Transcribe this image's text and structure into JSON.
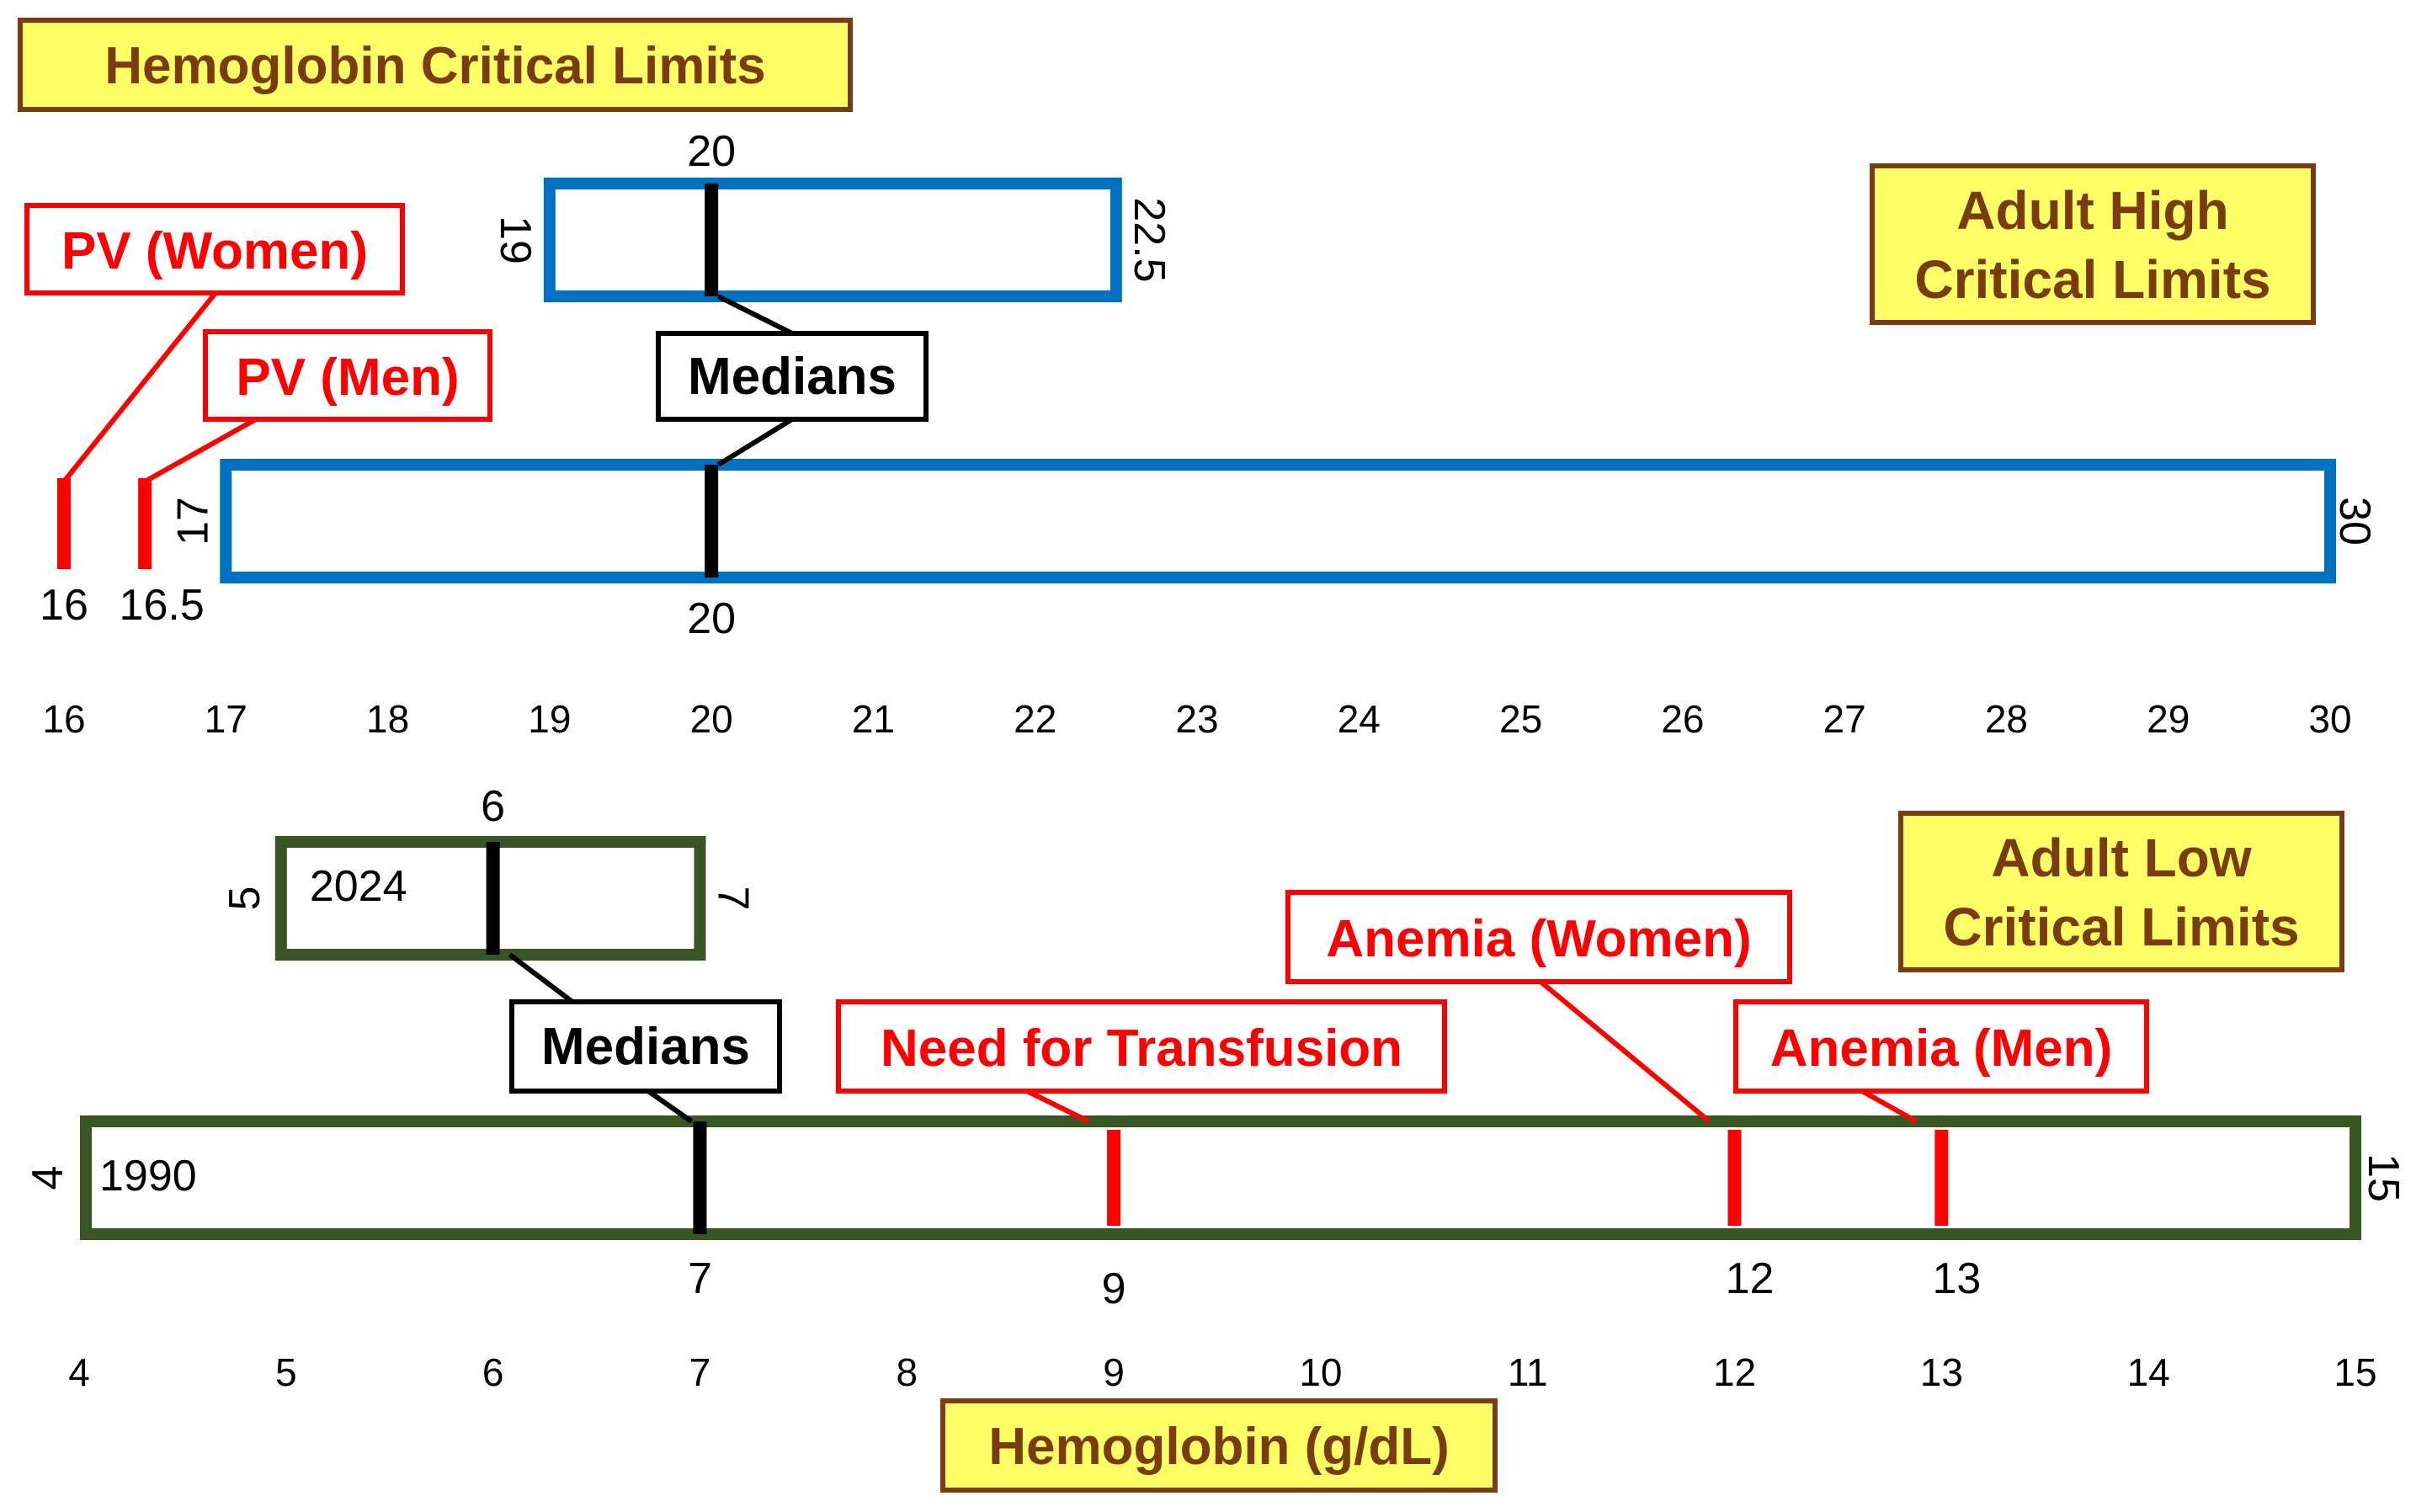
{
  "title": "Hemoglobin Critical Limits",
  "high_panel_title": [
    "Adult High",
    "Critical Limits"
  ],
  "low_panel_title": [
    "Adult Low",
    "Critical Limits"
  ],
  "x_axis_title": "Hemoglobin (g/dL)",
  "colors": {
    "title_fill": "#ffff66",
    "title_border": "#7a3b10",
    "high_range": "#0070c0",
    "low_range": "#375623",
    "marker": "#ff0000",
    "median": "#000000"
  },
  "high": {
    "axis_ticks": [
      16,
      17,
      18,
      19,
      20,
      21,
      22,
      23,
      24,
      25,
      26,
      27,
      28,
      29,
      30
    ],
    "upper_range": {
      "min": 19,
      "max": 22.5,
      "median": 20,
      "min_label": "19",
      "max_label": "22.5",
      "median_label": "20"
    },
    "lower_range": {
      "min": 17,
      "max": 30,
      "median": 20,
      "min_label": "17",
      "max_label": "30",
      "median_label": "20"
    },
    "medians_label": "Medians",
    "markers": [
      {
        "label": "PV (Women)",
        "value": 16,
        "value_label": "16"
      },
      {
        "label": "PV (Men)",
        "value": 16.5,
        "value_label": "16.5"
      }
    ]
  },
  "low": {
    "axis_ticks": [
      4,
      5,
      6,
      7,
      8,
      9,
      10,
      11,
      12,
      13,
      14,
      15
    ],
    "upper_range": {
      "year": "2024",
      "min": 5,
      "max": 7,
      "median": 6,
      "min_label": "5",
      "max_label": "7",
      "median_label": "6"
    },
    "lower_range": {
      "year": "1990",
      "min": 4,
      "max": 15,
      "median": 7,
      "min_label": "4",
      "max_label": "15",
      "median_label": "7"
    },
    "medians_label": "Medians",
    "markers": [
      {
        "label": "Need for Transfusion",
        "value": 9,
        "value_label": "9"
      },
      {
        "label": "Anemia (Women)",
        "value": 12,
        "value_label": "12"
      },
      {
        "label": "Anemia (Men)",
        "value": 13,
        "value_label": "13"
      }
    ]
  }
}
